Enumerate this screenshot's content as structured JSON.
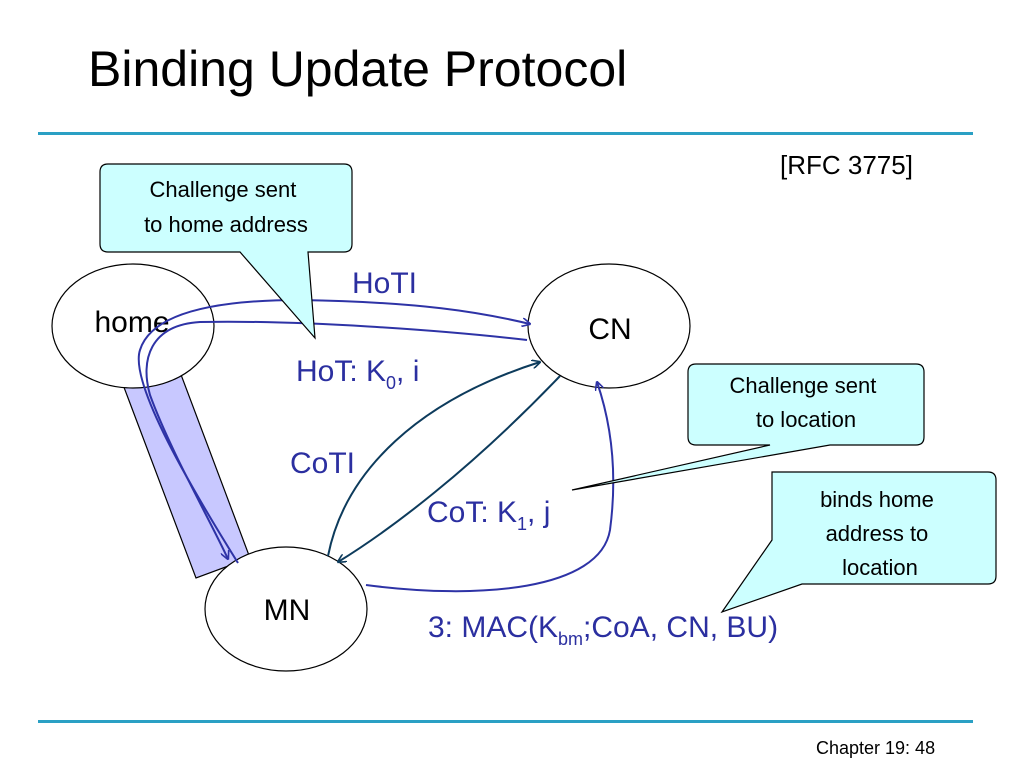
{
  "slide": {
    "title": "Binding Update Protocol",
    "reference": "[RFC 3775]",
    "footer": "Chapter 19: 48"
  },
  "nodes": {
    "home": "home",
    "cn": "CN",
    "mn": "MN"
  },
  "messages": {
    "hoti": "HoTI",
    "hot": {
      "text": "HoT: K",
      "sub": "0",
      "tail": ", i"
    },
    "coti": "CoTI",
    "cot": {
      "text": "CoT: K",
      "sub": "1",
      "tail": ", j"
    },
    "mac": {
      "text": "3: MAC(K",
      "sub": "bm",
      "tail": ";CoA, CN, BU)"
    }
  },
  "callouts": {
    "home_challenge": [
      "Challenge sent",
      "to home address"
    ],
    "location_challenge": [
      "Challenge sent",
      "to location"
    ],
    "binds": [
      "binds home",
      "address to",
      "location"
    ]
  },
  "colors": {
    "accent_rule": "#2aa0c4",
    "arrow_blue": "#2e33a6",
    "arrow_dark": "#0d3b5c",
    "label_blue": "#2b2fa0",
    "callout_fill": "#ccffff",
    "tunnel_fill": "#c8c8ff"
  }
}
